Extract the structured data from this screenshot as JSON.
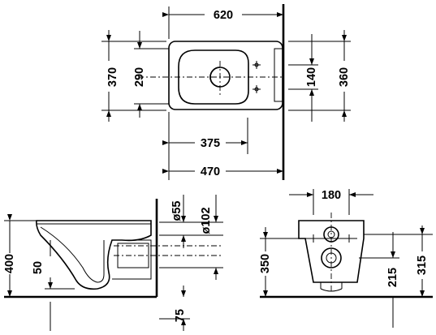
{
  "top_view": {
    "width": "620",
    "depth_370": "370",
    "depth_290": "290",
    "fix_140": "140",
    "fix_360": "360",
    "dist_375": "375",
    "dist_470": "470"
  },
  "side_view": {
    "dia_55": "ø55",
    "dia_102": "ø102",
    "h_400": "400",
    "h_50": "50",
    "h_75": "75"
  },
  "back_view": {
    "w_180": "180",
    "h_350": "350",
    "h_215": "215",
    "h_315": "315"
  }
}
